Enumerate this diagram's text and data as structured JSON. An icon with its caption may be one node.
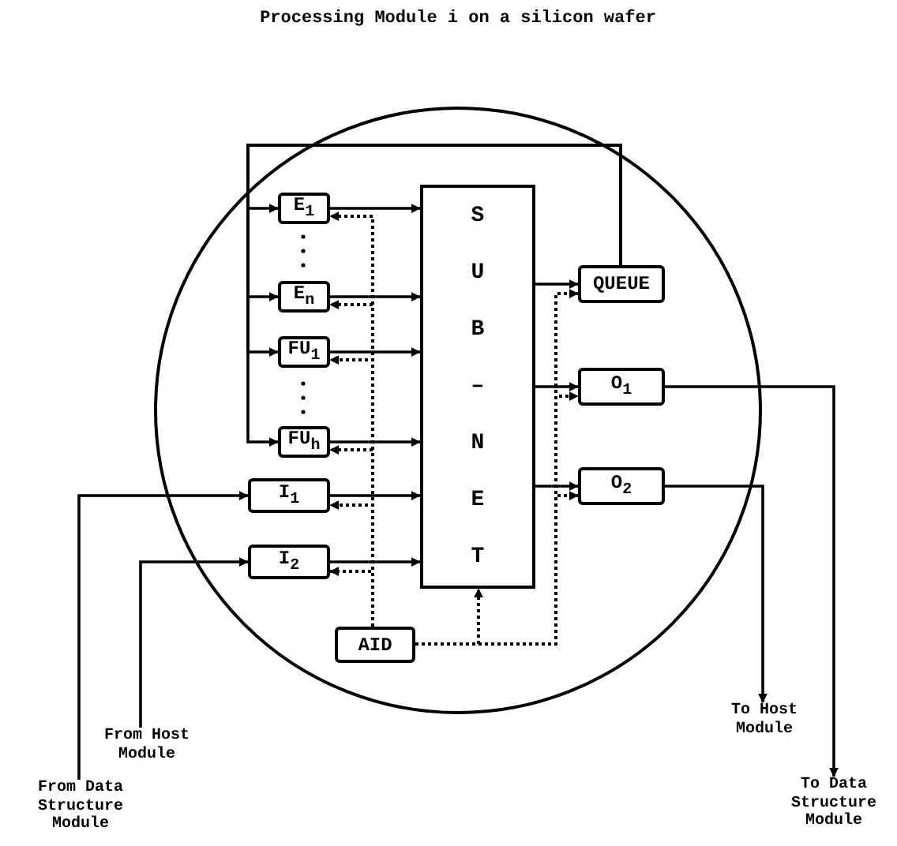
{
  "diagram": {
    "title": "Processing Module i on a silicon wafer",
    "nodes": [
      {
        "text": [],
        "shape": "circle"
      },
      {
        "text": [
          "E$_{1}$"
        ],
        "in": 0
      },
      {
        "text": [
          "E$_{n}$"
        ],
        "in": 0
      },
      {
        "text": [
          "FU$_{1}$"
        ],
        "in": 0
      },
      {
        "text": [
          "FU$_{h}$"
        ],
        "in": 0
      },
      {
        "text": [
          "I$_{1}$"
        ],
        "in": 0
      },
      {
        "text": [
          "I$_{2}$"
        ],
        "in": 0
      },
      {
        "text": [
          "S U B – N E T"
        ],
        "in": 0
      },
      {
        "text": [
          "QUEUE"
        ],
        "in": 0
      },
      {
        "text": [
          "O$_{1}$"
        ],
        "in": 0
      },
      {
        "text": [
          "O$_{2}$"
        ],
        "in": 0
      },
      {
        "text": [
          "AID"
        ],
        "in": 0
      },
      {
        "text": [
          "From Host Module"
        ]
      },
      {
        "text": [
          "From Data Structure Module"
        ]
      },
      {
        "text": [
          "To Host Module"
        ]
      },
      {
        "text": [
          "To Data Structure Module"
        ]
      }
    ],
    "edges": [
      {
        "from": 1,
        "to": 7,
        "arrow": "to"
      },
      {
        "from": 2,
        "to": 7,
        "arrow": "to"
      },
      {
        "from": 3,
        "to": 7,
        "arrow": "to"
      },
      {
        "from": 4,
        "to": 7,
        "arrow": "to"
      },
      {
        "from": 5,
        "to": 7,
        "arrow": "to"
      },
      {
        "from": 6,
        "to": 7,
        "arrow": "to"
      },
      {
        "from": 7,
        "to": 8,
        "arrow": "to"
      },
      {
        "from": 7,
        "to": 9,
        "arrow": "to"
      },
      {
        "from": 7,
        "to": 10,
        "arrow": "to"
      },
      {
        "from": 8,
        "to": 1,
        "arrow": "to"
      },
      {
        "from": 8,
        "to": 2,
        "arrow": "to"
      },
      {
        "from": 8,
        "to": 3,
        "arrow": "to"
      },
      {
        "from": 8,
        "to": 4,
        "arrow": "to"
      },
      {
        "from": 13,
        "to": 5,
        "arrow": "to"
      },
      {
        "from": 12,
        "to": 6,
        "arrow": "to"
      },
      {
        "from": 9,
        "to": 15,
        "arrow": "to"
      },
      {
        "from": 10,
        "to": 14,
        "arrow": "to"
      },
      {
        "from": 11,
        "to": 1,
        "arrow": "to",
        "style": "dashed"
      },
      {
        "from": 11,
        "to": 2,
        "arrow": "to",
        "style": "dashed"
      },
      {
        "from": 11,
        "to": 3,
        "arrow": "to",
        "style": "dashed"
      },
      {
        "from": 11,
        "to": 4,
        "arrow": "to",
        "style": "dashed"
      },
      {
        "from": 11,
        "to": 5,
        "arrow": "to",
        "style": "dashed"
      },
      {
        "from": 11,
        "to": 6,
        "arrow": "to",
        "style": "dashed"
      },
      {
        "from": 11,
        "to": 7,
        "arrow": "to",
        "style": "dashed"
      },
      {
        "from": 11,
        "to": 8,
        "arrow": "to",
        "style": "dashed"
      },
      {
        "from": 11,
        "to": 9,
        "arrow": "to",
        "style": "dashed"
      },
      {
        "from": 11,
        "to": 10,
        "arrow": "to",
        "style": "dashed"
      }
    ]
  }
}
